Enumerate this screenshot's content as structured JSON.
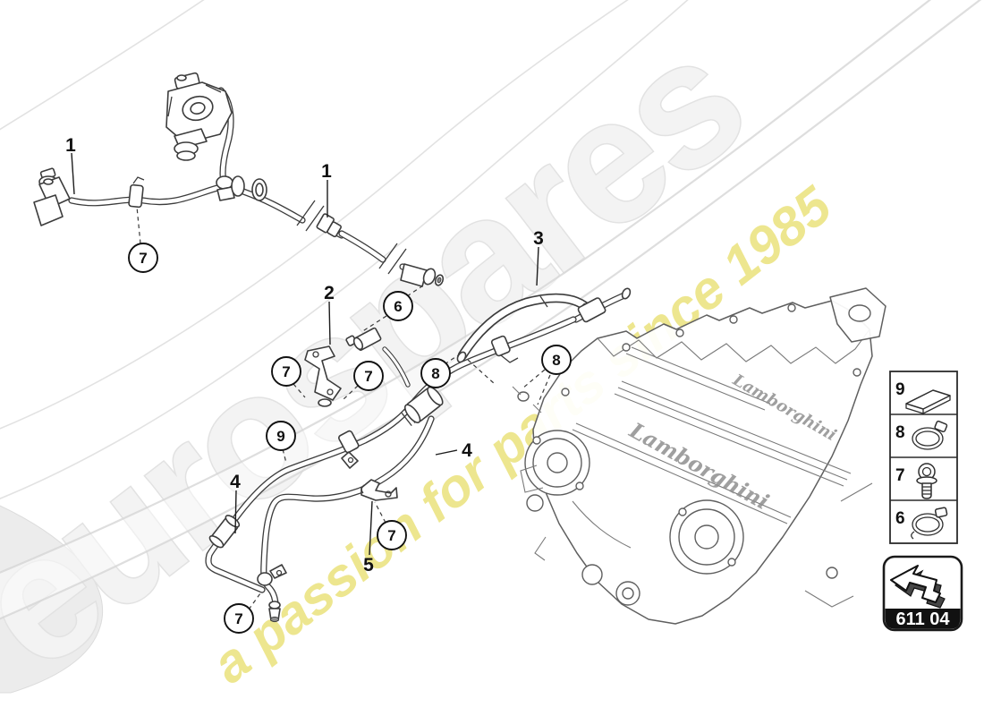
{
  "watermark": {
    "brand": "eurospares",
    "tagline": "a passion for parts since 1985",
    "brand_color": "#f3f3f3",
    "tagline_color": "#ebe27c"
  },
  "diagram": {
    "callouts": {
      "1": "1",
      "2": "2",
      "3": "3",
      "4": "4",
      "5": "5",
      "6": "6",
      "7": "7",
      "8": "8",
      "9": "9"
    },
    "engine_script": "Lamborghini"
  },
  "legend": {
    "items": [
      {
        "number": "9",
        "icon": "gasket-pad-icon"
      },
      {
        "number": "8",
        "icon": "hose-clamp-icon"
      },
      {
        "number": "7",
        "icon": "screw-icon"
      },
      {
        "number": "6",
        "icon": "hose-clamp-icon"
      }
    ]
  },
  "part_group": {
    "code": "611 04",
    "icon": "diagram-arrow-icon"
  }
}
